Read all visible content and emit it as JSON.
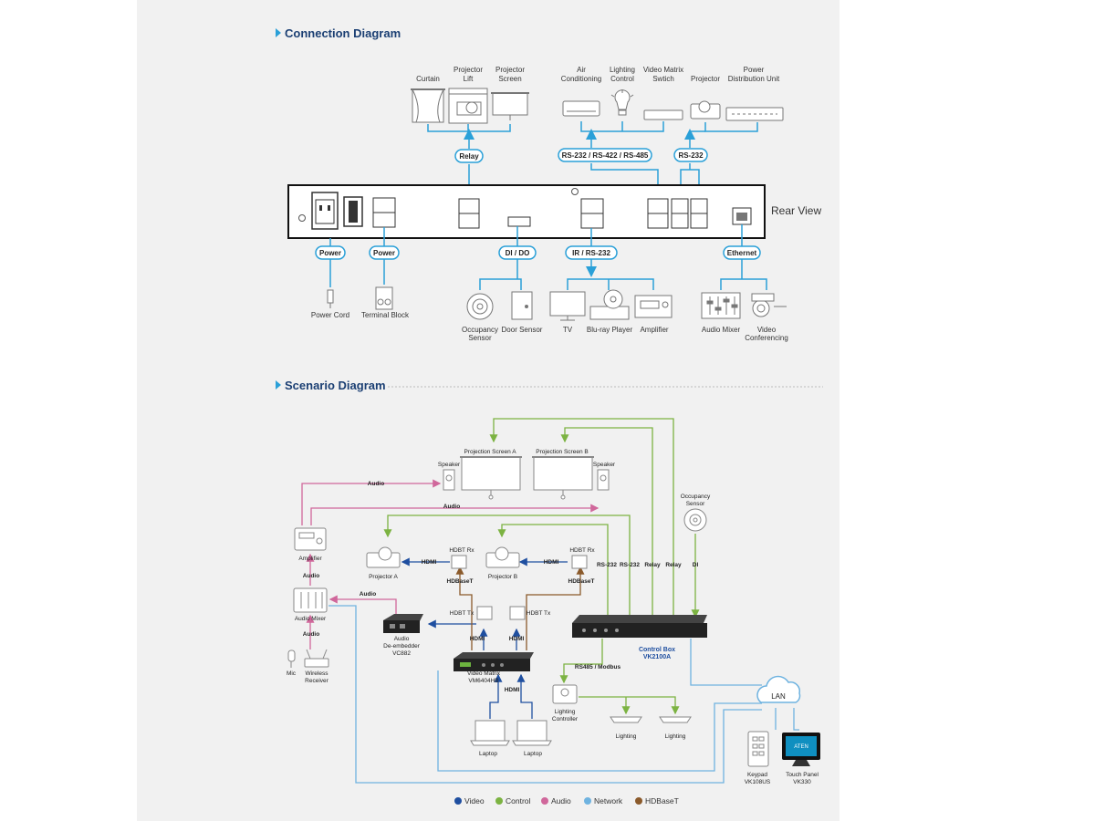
{
  "sections": {
    "connection_title": "Connection Diagram",
    "scenario_title": "Scenario Diagram"
  },
  "connection": {
    "top_devices": [
      {
        "lines": [
          "Curtain"
        ]
      },
      {
        "lines": [
          "Projector",
          "Lift"
        ]
      },
      {
        "lines": [
          "Projector",
          "Screen"
        ]
      },
      {
        "lines": [
          "Air",
          "Conditioning"
        ]
      },
      {
        "lines": [
          "Lighting",
          "Control"
        ]
      },
      {
        "lines": [
          "Video Matrix",
          "Swtich"
        ]
      },
      {
        "lines": [
          "Projector"
        ]
      },
      {
        "lines": [
          "Power",
          "Distribution Unit"
        ]
      }
    ],
    "labels": {
      "relay": "Relay",
      "rs_multi": "RS-232 / RS-422 / RS-485",
      "rs232": "RS-232",
      "power1": "Power",
      "power2": "Power",
      "dido": "DI / DO",
      "ir": "IR / RS-232",
      "ethernet": "Ethernet"
    },
    "rear_view": "Rear View",
    "bottom_devices": [
      {
        "lines": [
          "Power Cord"
        ]
      },
      {
        "lines": [
          "Terminal Block"
        ]
      },
      {
        "lines": [
          "Occupancy",
          "Sensor"
        ]
      },
      {
        "lines": [
          "Door Sensor"
        ]
      },
      {
        "lines": [
          "TV"
        ]
      },
      {
        "lines": [
          "Blu-ray Player"
        ]
      },
      {
        "lines": [
          "Amplifier"
        ]
      },
      {
        "lines": [
          "Audio Mixer"
        ]
      },
      {
        "lines": [
          "Video",
          "Conferencing"
        ]
      }
    ]
  },
  "scenario": {
    "nodes": {
      "screen_a": "Projection Screen A",
      "screen_b": "Projection Screen B",
      "speaker_l": "Speaker",
      "speaker_r": "Speaker",
      "occupancy": [
        "Occupancy",
        "Sensor"
      ],
      "amplifier": "Amplifier",
      "projector_a": "Projector A",
      "projector_b": "Projector B",
      "hdbt_rx_a": "HDBT Rx",
      "hdbt_rx_b": "HDBT Rx",
      "hdbt_tx_a": "HDBT Tx",
      "hdbt_tx_b": "HDBT Tx",
      "audio_mixer": "Audio Mixer",
      "deembedder": [
        "Audio",
        "De-embedder",
        "VC882"
      ],
      "matrix": [
        "Video Matrix",
        "VM6404HB"
      ],
      "control_box": [
        "Control Box",
        "VK2100A"
      ],
      "mic": "Mic",
      "wireless": [
        "Wireless",
        "Receiver"
      ],
      "lighting_controller": [
        "Lighting",
        "Controller"
      ],
      "lighting1": "Lighting",
      "lighting2": "Lighting",
      "laptop1": "Laptop",
      "laptop2": "Laptop",
      "lan": "LAN",
      "keypad": [
        "Keypad",
        "VK108US"
      ],
      "touch_panel": [
        "Touch Panel",
        "VK330"
      ],
      "touch_screen_text": "ATEN"
    },
    "edge_labels": {
      "audio1": "Audio",
      "audio2": "Audio",
      "audio3": "Audio",
      "audio4": "Audio",
      "audio5": "Audio",
      "hdmi_a": "HDMI",
      "hdmi_b": "HDMI",
      "hdbaset_a": "HDBaseT",
      "hdbaset_b": "HDBaseT",
      "hdmi_tx_a": "HDMI",
      "hdmi_tx_b": "HDMI",
      "hdmi_laptop": "HDMI",
      "rs232_1": "RS-232",
      "rs232_2": "RS-232",
      "relay1": "Relay",
      "relay2": "Relay",
      "di": "DI",
      "rs485": "RS485 / Modbus"
    },
    "legend": [
      {
        "label": "Video",
        "color": "#1f4fa0"
      },
      {
        "label": "Control",
        "color": "#7cb342"
      },
      {
        "label": "Audio",
        "color": "#d0679b"
      },
      {
        "label": "Network",
        "color": "#6fb3e0"
      },
      {
        "label": "HDBaseT",
        "color": "#8b5a2b"
      }
    ]
  },
  "colors": {
    "title": "#1b3f73",
    "accent": "#2aa0d8",
    "control": "#7cb342",
    "audio": "#d0679b",
    "network": "#6fb3e0",
    "video": "#1f4fa0",
    "hdbaset": "#8b5a2b",
    "pill_border": "#2aa0d8"
  }
}
